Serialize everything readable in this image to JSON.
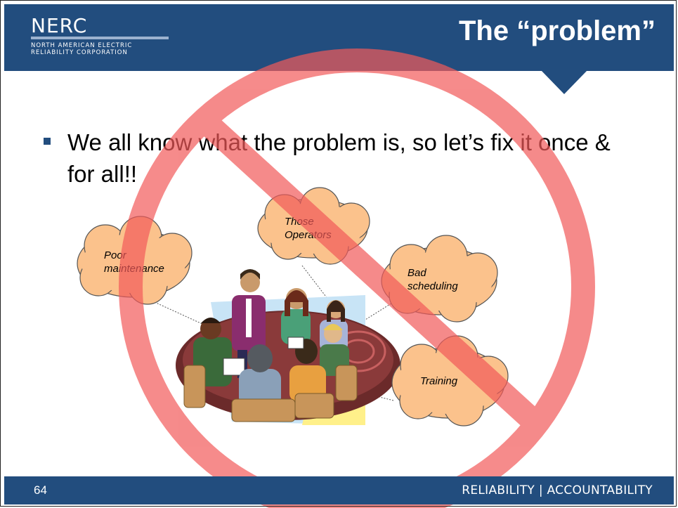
{
  "header": {
    "logo_name": "NERC",
    "logo_line1": "NORTH AMERICAN ELECTRIC",
    "logo_line2": "RELIABILITY CORPORATION",
    "title": "The “problem”"
  },
  "bullet": {
    "text": "We all know what the problem is, so let’s fix it once & for all!!"
  },
  "clouds": [
    {
      "id": "poor-maintenance",
      "lines": [
        "Poor",
        "maintenance"
      ]
    },
    {
      "id": "those-operators",
      "lines": [
        "Those",
        "Operators"
      ]
    },
    {
      "id": "bad-scheduling",
      "lines": [
        "Bad",
        "scheduling"
      ]
    },
    {
      "id": "training",
      "lines": [
        "Training"
      ]
    }
  ],
  "footer": {
    "page_number": "64",
    "tagline": "RELIABILITY | ACCOUNTABILITY"
  },
  "colors": {
    "brand_blue": "#224d7e",
    "cloud_fill": "#fbc28c",
    "prohibition_red": "#f07070"
  }
}
